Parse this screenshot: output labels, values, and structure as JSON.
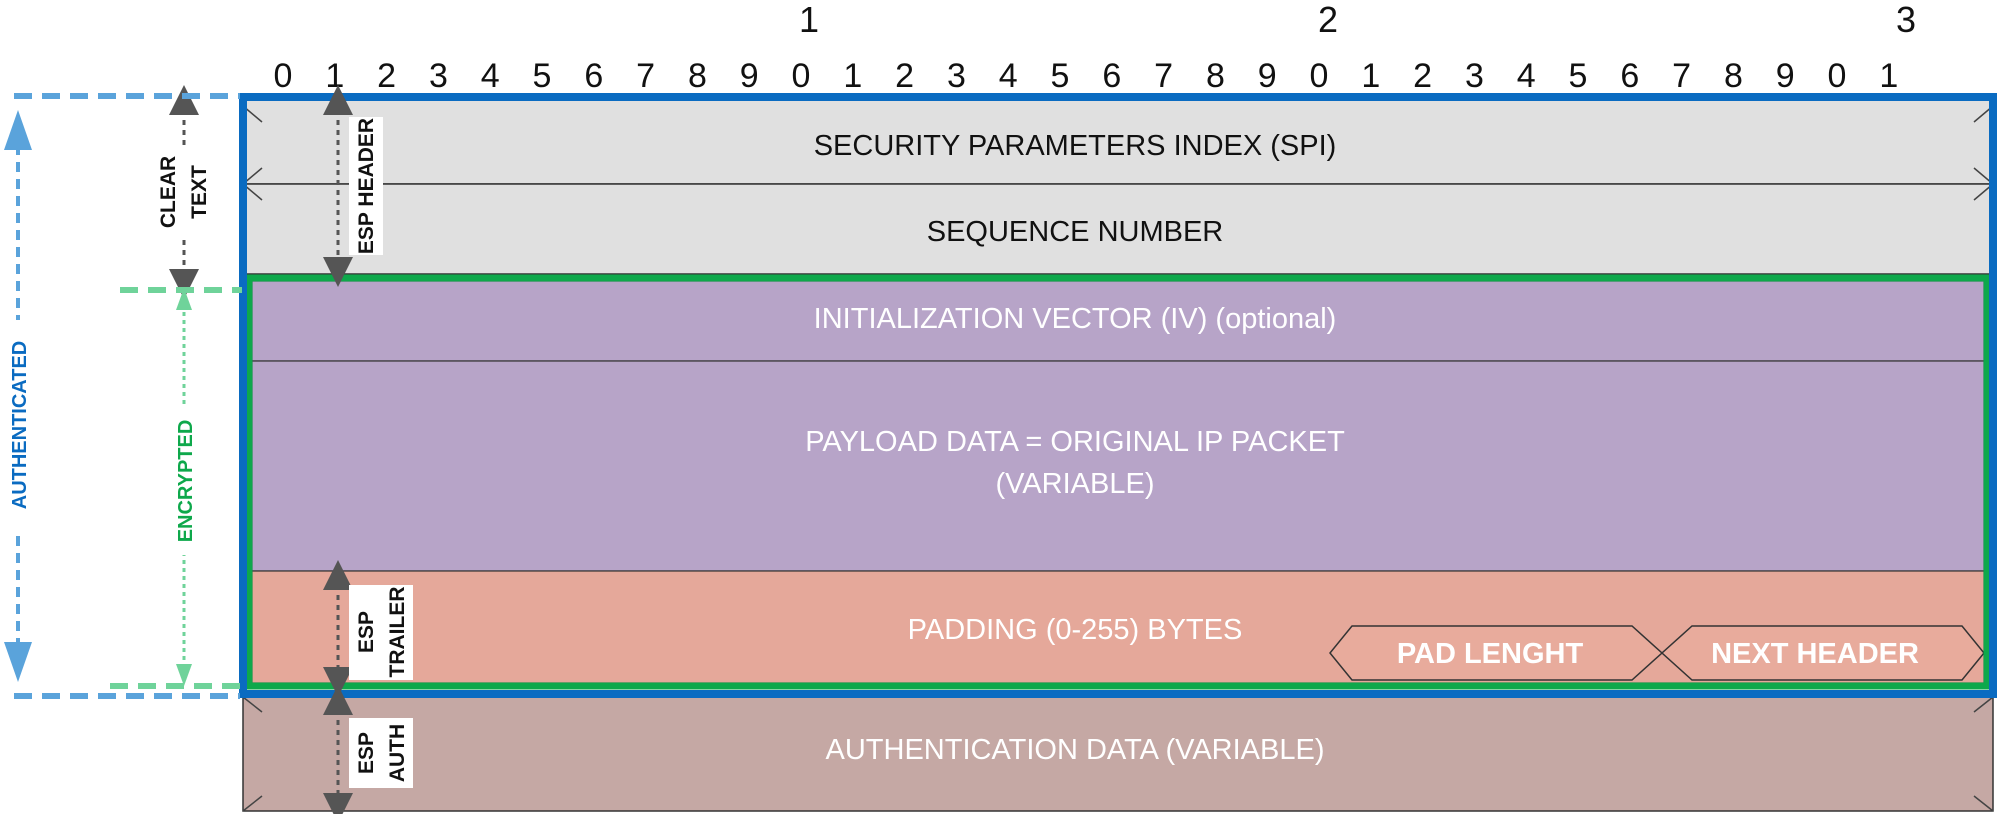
{
  "bit_ruler": {
    "tens": [
      "1",
      "2",
      "3"
    ],
    "units": [
      "0",
      "1",
      "2",
      "3",
      "4",
      "5",
      "6",
      "7",
      "8",
      "9",
      "0",
      "1",
      "2",
      "3",
      "4",
      "5",
      "6",
      "7",
      "8",
      "9",
      "0",
      "1",
      "2",
      "3",
      "4",
      "5",
      "6",
      "7",
      "8",
      "9",
      "0",
      "1"
    ]
  },
  "fields": {
    "spi": "SECURITY PARAMETERS INDEX (SPI)",
    "sequence": "SEQUENCE NUMBER",
    "iv": "INITIALIZATION VECTOR (IV)  (optional)",
    "payload_line1": "PAYLOAD DATA = ORIGINAL IP PACKET",
    "payload_line2": "(VARIABLE)",
    "padding": "PADDING (0-255) BYTES",
    "pad_length": "PAD LENGHT",
    "next_header": "NEXT HEADER",
    "auth_data": "AUTHENTICATION DATA (VARIABLE)"
  },
  "brackets": {
    "esp_header": "ESP HEADER",
    "esp_trailer_1": "ESP",
    "esp_trailer_2": "TRAILER",
    "esp_auth_1": "ESP",
    "esp_auth_2": "AUTH",
    "clear_text_1": "CLEAR",
    "clear_text_2": "TEXT",
    "encrypted": "ENCRYPTED",
    "authenticated": "AUTHENTICATED"
  },
  "colors": {
    "header_fill": "#e0e0e0",
    "encrypted_fill": "#b7a4c8",
    "padding_fill": "#e5a89a",
    "pad_pill_fill": "#e8ab9c",
    "auth_fill": "#c5a8a4",
    "authenticated_blue": "#0a6bc1",
    "authenticated_dash": "#5aa3db",
    "encrypted_green": "#0ea84b",
    "encrypted_dash": "#6fd39a"
  }
}
